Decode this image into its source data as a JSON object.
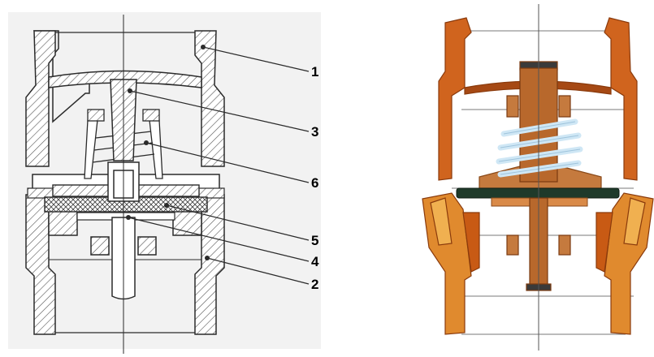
{
  "left_panel": {
    "background": "#f2f2f2",
    "line_color": "#2b2b2b",
    "hatch_color": "#555555",
    "callouts": [
      {
        "part": "body-top",
        "label": "1"
      },
      {
        "part": "stem",
        "label": "3"
      },
      {
        "part": "spring",
        "label": "6"
      },
      {
        "part": "seal-disc",
        "label": "5"
      },
      {
        "part": "valve-plate",
        "label": "4"
      },
      {
        "part": "body-bottom",
        "label": "2"
      }
    ]
  },
  "right_panel": {
    "body_color": "#d0641e",
    "body_dark": "#8a3a0c",
    "body_light": "#e89a3a",
    "stem_color": "#b8682c",
    "spring_color": "#cfe7f5",
    "seal_color": "#1f3a2a",
    "plate_color": "#c57a3e"
  }
}
